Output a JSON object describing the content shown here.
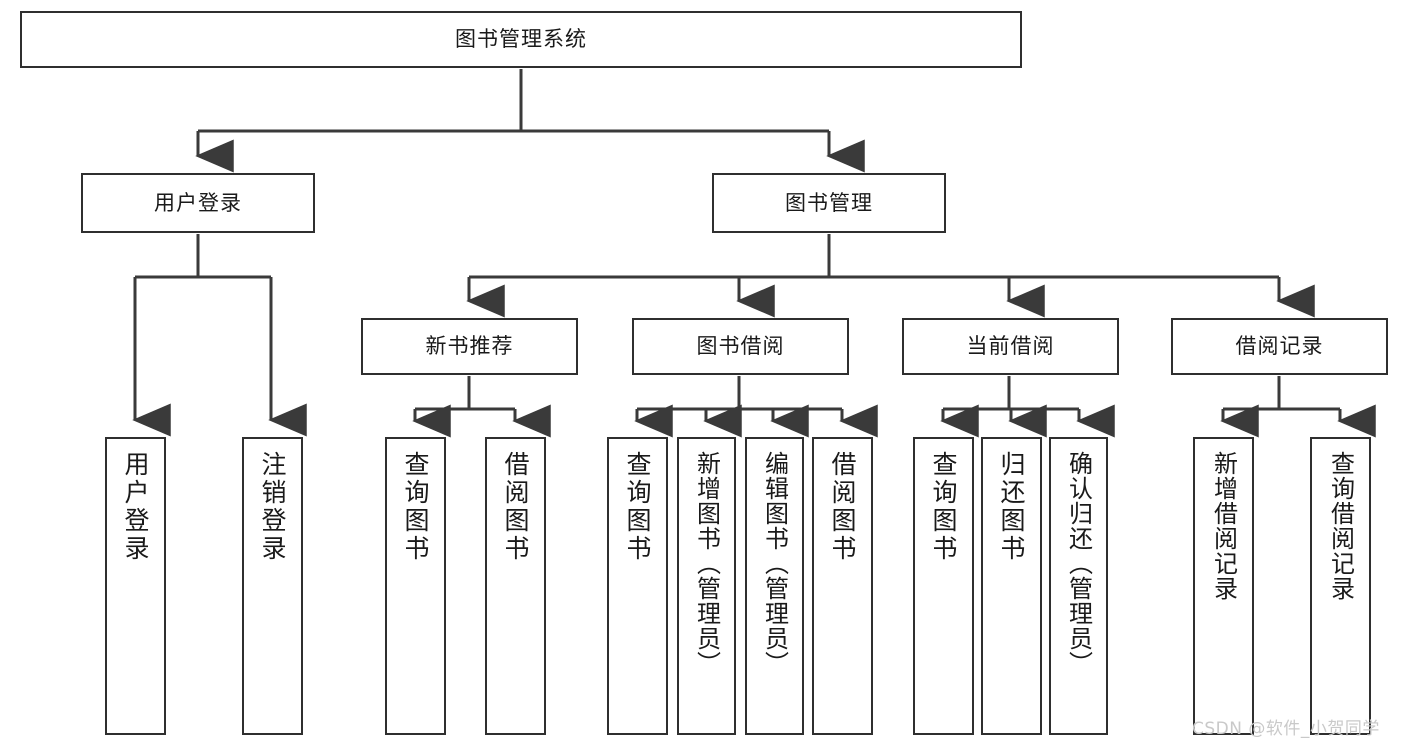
{
  "diagram": {
    "title": "图书管理系统",
    "watermark": "CSDN @软件_小贺同学",
    "colors": {
      "background": "#ffffff",
      "box_border": "#2f2f2f",
      "connector": "#3a3a3a",
      "text": "#1a1a1a",
      "watermark": "#c9c9c9"
    },
    "nodes": {
      "root": {
        "label": "图书管理系统",
        "level": 1,
        "orientation": "horizontal"
      },
      "user_login": {
        "label": "用户登录",
        "level": 2,
        "orientation": "horizontal"
      },
      "book_manage": {
        "label": "图书管理",
        "level": 2,
        "orientation": "horizontal"
      },
      "new_book_rec": {
        "label": "新书推荐",
        "level": 3,
        "orientation": "horizontal"
      },
      "book_borrow": {
        "label": "图书借阅",
        "level": 3,
        "orientation": "horizontal"
      },
      "current_borrow": {
        "label": "当前借阅",
        "level": 3,
        "orientation": "horizontal"
      },
      "borrow_record": {
        "label": "借阅记录",
        "level": 3,
        "orientation": "horizontal"
      },
      "leaf_user_login": {
        "label": "用户登录",
        "level": 4,
        "orientation": "vertical"
      },
      "leaf_logout": {
        "label": "注销登录",
        "level": 4,
        "orientation": "vertical"
      },
      "leaf_query_book_1": {
        "label": "查询图书",
        "level": 4,
        "orientation": "vertical"
      },
      "leaf_borrow_book_1": {
        "label": "借阅图书",
        "level": 4,
        "orientation": "vertical"
      },
      "leaf_query_book_2": {
        "label": "查询图书",
        "level": 4,
        "orientation": "vertical"
      },
      "leaf_add_book": {
        "label": "新增图书（管理员）",
        "level": 4,
        "orientation": "vertical"
      },
      "leaf_edit_book": {
        "label": "编辑图书（管理员）",
        "level": 4,
        "orientation": "vertical"
      },
      "leaf_borrow_book_2": {
        "label": "借阅图书",
        "level": 4,
        "orientation": "vertical"
      },
      "leaf_query_book_3": {
        "label": "查询图书",
        "level": 4,
        "orientation": "vertical"
      },
      "leaf_return_book": {
        "label": "归还图书",
        "level": 4,
        "orientation": "vertical"
      },
      "leaf_confirm_return": {
        "label": "确认归还（管理员）",
        "level": 4,
        "orientation": "vertical"
      },
      "leaf_add_record": {
        "label": "新增借阅记录",
        "level": 4,
        "orientation": "vertical"
      },
      "leaf_query_record": {
        "label": "查询借阅记录",
        "level": 4,
        "orientation": "vertical"
      }
    },
    "hierarchy": {
      "图书管理系统": [
        "用户登录",
        "图书管理"
      ],
      "用户登录": [
        "用户登录",
        "注销登录"
      ],
      "图书管理": [
        "新书推荐",
        "图书借阅",
        "当前借阅",
        "借阅记录"
      ],
      "新书推荐": [
        "查询图书",
        "借阅图书"
      ],
      "图书借阅": [
        "查询图书",
        "新增图书（管理员）",
        "编辑图书（管理员）",
        "借阅图书"
      ],
      "当前借阅": [
        "查询图书",
        "归还图书",
        "确认归还（管理员）"
      ],
      "借阅记录": [
        "新增借阅记录",
        "查询借阅记录"
      ]
    }
  }
}
